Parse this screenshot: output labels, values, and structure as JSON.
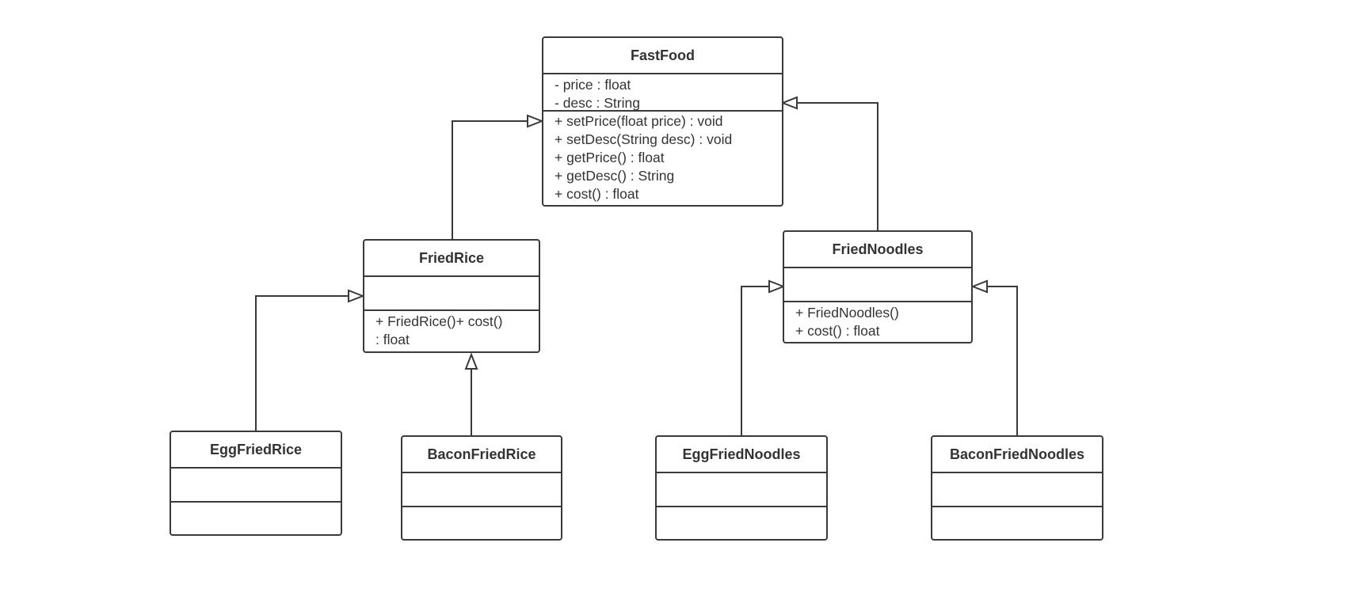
{
  "colors": {
    "line": "#3a3a3a",
    "text": "#333333",
    "background": "#ffffff"
  },
  "classes": {
    "fastfood": {
      "name": "FastFood",
      "attributes": [
        "- price : float",
        "- desc : String"
      ],
      "operations": [
        "+ setPrice(float price) : void",
        "+ setDesc(String desc) : void",
        "+ getPrice() : float",
        "+ getDesc() : String",
        "+ cost() : float"
      ]
    },
    "friedrice": {
      "name": "FriedRice",
      "attributes": [],
      "operations": [
        "+ FriedRice()+ cost()",
        ": float"
      ]
    },
    "friednoodles": {
      "name": "FriedNoodles",
      "attributes": [],
      "operations": [
        "+ FriedNoodles()",
        "+ cost() : float"
      ]
    },
    "eggfriedrice": {
      "name": "EggFriedRice"
    },
    "baconfriedrice": {
      "name": "BaconFriedRice"
    },
    "eggfriednoodles": {
      "name": "EggFriedNoodles"
    },
    "baconfriednoodles": {
      "name": "BaconFriedNoodles"
    }
  },
  "relations": [
    {
      "type": "generalization",
      "from": "FriedRice",
      "to": "FastFood"
    },
    {
      "type": "generalization",
      "from": "FriedNoodles",
      "to": "FastFood"
    },
    {
      "type": "generalization",
      "from": "EggFriedRice",
      "to": "FriedRice"
    },
    {
      "type": "generalization",
      "from": "BaconFriedRice",
      "to": "FriedRice"
    },
    {
      "type": "generalization",
      "from": "EggFriedNoodles",
      "to": "FriedNoodles"
    },
    {
      "type": "generalization",
      "from": "BaconFriedNoodles",
      "to": "FriedNoodles"
    }
  ]
}
